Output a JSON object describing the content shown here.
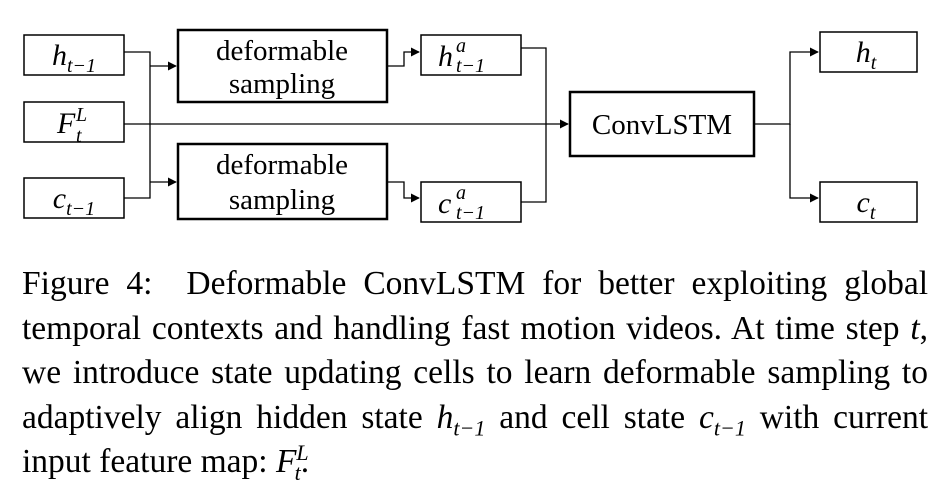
{
  "diagram": {
    "inputs": {
      "h_prev": {
        "base": "h",
        "sub": "t−1"
      },
      "feature": {
        "base": "F",
        "sub": "t",
        "sup": "L"
      },
      "c_prev": {
        "base": "c",
        "sub": "t−1"
      }
    },
    "sampling_top": {
      "line1": "deformable",
      "line2": "sampling"
    },
    "sampling_bottom": {
      "line1": "deformable",
      "line2": "sampling"
    },
    "aligned": {
      "h_aligned": {
        "base": "h",
        "sub": "t−1",
        "sup": "a"
      },
      "c_aligned": {
        "base": "c",
        "sub": "t−1",
        "sup": "a"
      }
    },
    "convlstm": "ConvLSTM",
    "outputs": {
      "h_out": {
        "base": "h",
        "sub": "t"
      },
      "c_out": {
        "base": "c",
        "sub": "t"
      }
    }
  },
  "caption": {
    "prefix": "Figure 4:",
    "sentence1": "Deformable ConvLSTM for better exploiting global temporal contexts and handling fast motion videos.",
    "s2_a": "At time step",
    "s2_t": "t",
    "s2_b": ", we introduce state updating cells to learn deformable sampling to adaptively align hidden state",
    "s2_h": "h",
    "s2_h_sub": "t−1",
    "s2_c_pre": "and cell state",
    "s2_c": "c",
    "s2_c_sub": "t−1",
    "s2_c_post": "with current input feature map:",
    "s2_F": "F",
    "s2_F_sub": "t",
    "s2_F_sup": "L",
    "s2_end": "."
  }
}
